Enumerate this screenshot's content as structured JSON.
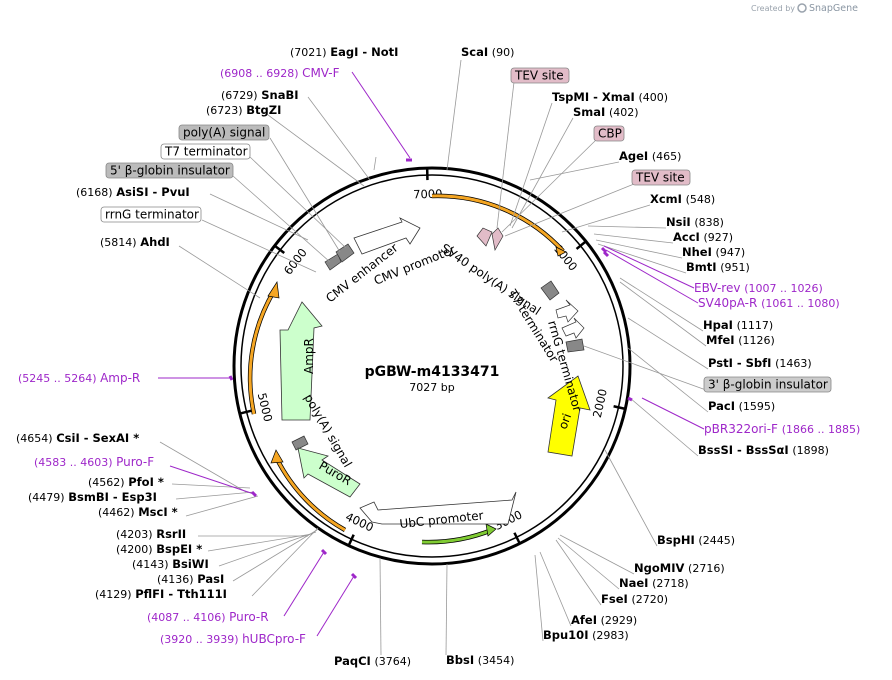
{
  "credit": {
    "prefix": "Created by",
    "brand": "SnapGene"
  },
  "plasmid": {
    "name": "pGBW-m4133471",
    "size_label": "7027 bp"
  },
  "ruler_ticks": [
    "1000",
    "2000",
    "3000",
    "4000",
    "5000",
    "6000",
    "7000"
  ],
  "sites": [
    {
      "name": "EagI",
      "name2": "NotI",
      "pos": "(7021)"
    },
    {
      "name": "ScaI",
      "pos": "(90)"
    },
    {
      "name": "TspMI",
      "name2": "XmaI",
      "pos": "(400)"
    },
    {
      "name": "SmaI",
      "pos": "(402)"
    },
    {
      "name": "AgeI",
      "pos": "(465)"
    },
    {
      "name": "XcmI",
      "pos": "(548)"
    },
    {
      "name": "NsiI",
      "pos": "(838)"
    },
    {
      "name": "AccI",
      "pos": "(927)"
    },
    {
      "name": "NheI",
      "pos": "(947)"
    },
    {
      "name": "BmtI",
      "pos": "(951)"
    },
    {
      "name": "HpaI",
      "pos": "(1117)"
    },
    {
      "name": "MfeI",
      "pos": "(1126)"
    },
    {
      "name": "PstI",
      "name2": "SbfI",
      "pos": "(1463)"
    },
    {
      "name": "PacI",
      "pos": "(1595)"
    },
    {
      "name": "BssSI",
      "name2": "BssSαI",
      "pos": "(1898)"
    },
    {
      "name": "BspHI",
      "pos": "(2445)"
    },
    {
      "name": "NgoMIV",
      "pos": "(2716)"
    },
    {
      "name": "NaeI",
      "pos": "(2718)"
    },
    {
      "name": "FseI",
      "pos": "(2720)"
    },
    {
      "name": "AfeI",
      "pos": "(2929)"
    },
    {
      "name": "Bpu10I",
      "pos": "(2983)"
    },
    {
      "name": "BbsI",
      "pos": "(3454)"
    },
    {
      "name": "PaqCI",
      "pos": "(3764)"
    },
    {
      "name": "PflFI",
      "name2": "Tth111I",
      "pos": "(4129)"
    },
    {
      "name": "PasI",
      "pos": "(4136)"
    },
    {
      "name": "BsiWI",
      "pos": "(4143)"
    },
    {
      "name": "BspEI *",
      "pos": "(4200)"
    },
    {
      "name": "RsrII",
      "pos": "(4203)"
    },
    {
      "name": "MscI *",
      "pos": "(4462)"
    },
    {
      "name": "BsmBI",
      "name2": "Esp3I",
      "pos": "(4479)"
    },
    {
      "name": "PfoI *",
      "pos": "(4562)"
    },
    {
      "name": "CsiI",
      "name2": "SexAI *",
      "pos": "(4654)"
    },
    {
      "name": "AhdI",
      "pos": "(5814)"
    },
    {
      "name": "AsiSI",
      "name2": "PvuI",
      "pos": "(6168)"
    },
    {
      "name": "BtgZI",
      "pos": "(6723)"
    },
    {
      "name": "SnaBI",
      "pos": "(6729)"
    }
  ],
  "primers": [
    {
      "range": "(6908 .. 6928)",
      "name": "CMV-F"
    },
    {
      "range": "(1007 .. 1026)",
      "name": "EBV-rev"
    },
    {
      "range": "(1061 .. 1080)",
      "name": "SV40pA-R"
    },
    {
      "range": "(1866 .. 1885)",
      "name": "pBR322ori-F"
    },
    {
      "range": "(5245 .. 5264)",
      "name": "Amp-R"
    },
    {
      "range": "(4583 .. 4603)",
      "name": "Puro-F"
    },
    {
      "range": "(4087 .. 4106)",
      "name": "Puro-R"
    },
    {
      "range": "(3920 .. 3939)",
      "name": "hUBCpro-F"
    }
  ],
  "boxed_features": {
    "tev_site_1": "TEV site",
    "cbp": "CBP",
    "tev_site_2": "TEV site",
    "beta_globin_3": "3' β-globin insulator",
    "polya_signal": "poly(A) signal",
    "t7_terminator": "T7 terminator",
    "beta_globin_5": "5' β-globin insulator",
    "rrng_terminator": "rrnG terminator"
  },
  "inner_features": {
    "cmv_enhancer": "CMV enhancer",
    "cmv_promoter": "CMV promoter",
    "sv40_polya": "SV40 poly(A) signal",
    "t7_terminator": "T7 terminator",
    "rrng_terminator": "rrnG terminator",
    "ori": "ori",
    "ampr": "AmpR",
    "polya_signal": "poly(A) signal",
    "puror": "PuroR",
    "ubc_promoter": "UbC promoter"
  },
  "colors": {
    "primer": "#9e27c9",
    "orf": "#f5a623",
    "ori": "#ffff00",
    "resistance": "#ccffcc",
    "tev": "#e2bcc8",
    "insulator": "#bbbbbb",
    "green_primer_feature": "#80cc33"
  }
}
